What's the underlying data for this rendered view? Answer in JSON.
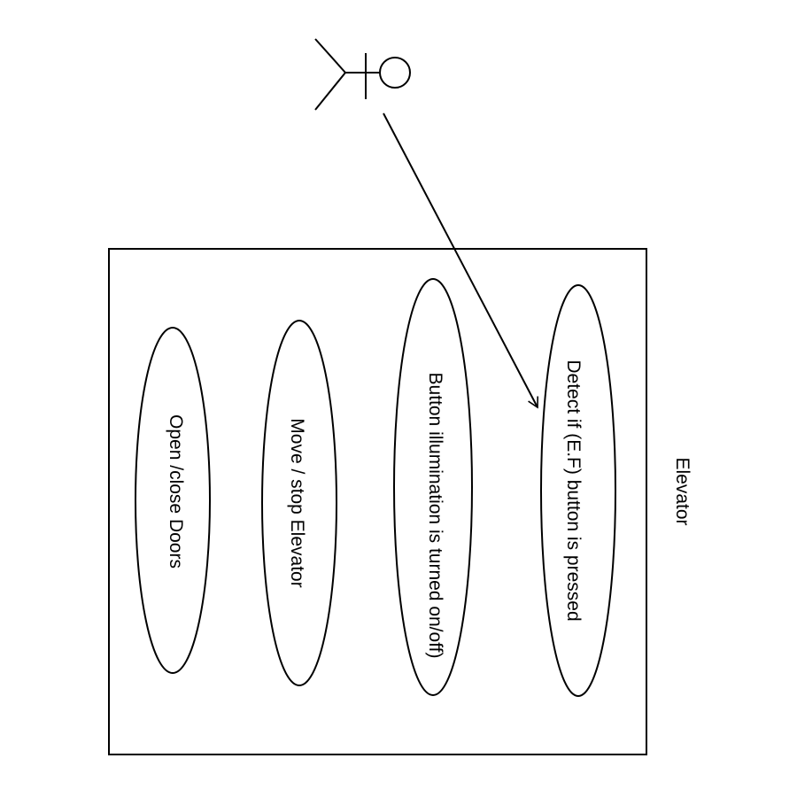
{
  "system": {
    "label": "Elevator"
  },
  "use_cases": [
    {
      "label": "Detect if (E.F) button is pressed"
    },
    {
      "label": "Button illumination is turned on/off)"
    },
    {
      "label": "Move / stop Elevator"
    },
    {
      "label": "Open /close Doors"
    }
  ],
  "actor": {
    "icon": "stick-figure-actor-icon"
  },
  "colors": {
    "line": "#000000",
    "background": "#ffffff"
  }
}
